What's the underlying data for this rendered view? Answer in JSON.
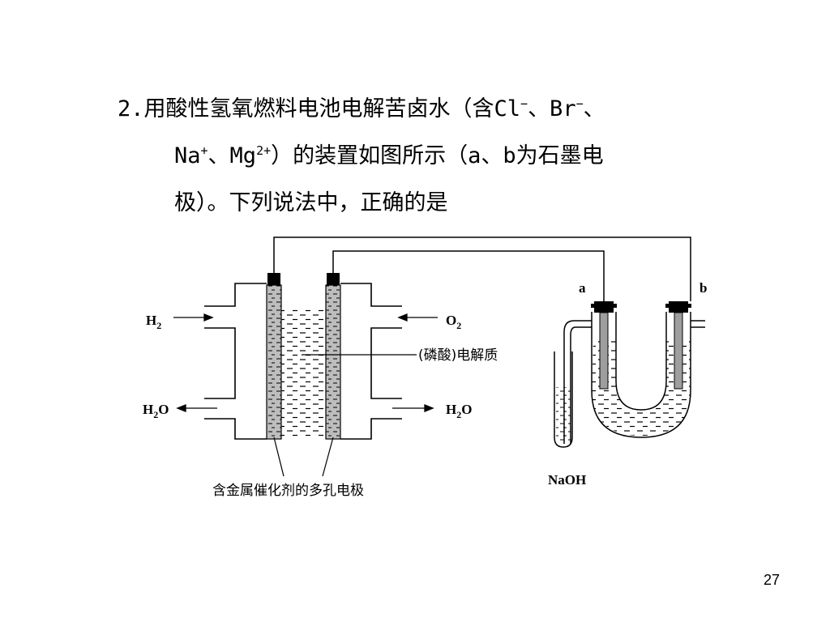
{
  "question": {
    "number": "2.",
    "line1_a": "用酸性氢氧燃料电池电解苦卤水（含Cl",
    "sup_cl": "−",
    "line1_b": "、Br",
    "sup_br": "−",
    "line1_c": "、",
    "line2_a": "Na",
    "sup_na": "+",
    "line2_b": "、Mg",
    "sup_mg": "2+",
    "line2_c": "）的装置如图所示（a、b为石墨电",
    "line3": "极）。下列说法中，正确的是"
  },
  "figure": {
    "h2": "H",
    "h2_sub": "2",
    "o2": "O",
    "o2_sub": "2",
    "h2o_left": "H",
    "h2o_left_sub": "2",
    "h2o_left_end": "O",
    "h2o_right": "H",
    "h2o_right_sub": "2",
    "h2o_right_end": "O",
    "electrolyte": "(磷酸)电解质",
    "electrode_caption": "含金属催化剂的多孔电极",
    "electrode_a": "a",
    "electrode_b": "b",
    "naoh": "NaOH"
  },
  "page_number": "27"
}
